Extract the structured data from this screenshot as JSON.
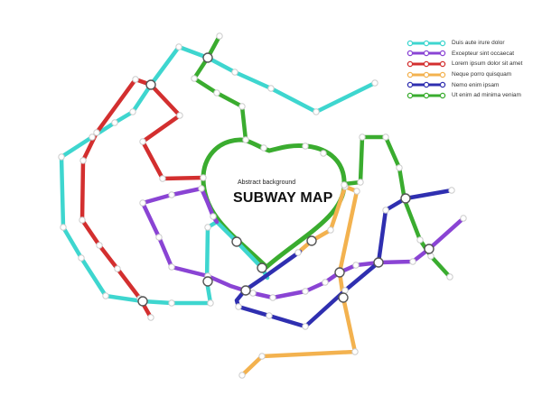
{
  "title": {
    "subtitle": "Abstract background",
    "main": "SUBWAY MAP"
  },
  "legend": [
    {
      "label": "Duis aute irure dolor",
      "color": "#3ed6cf"
    },
    {
      "label": "Excepteur sint occaecat",
      "color": "#8a44d4"
    },
    {
      "label": "Lorem ipsum dolor sit amet",
      "color": "#d32f2f"
    },
    {
      "label": "Neque porro quisquam",
      "color": "#f3b24f"
    },
    {
      "label": "Nemo enim ipsam",
      "color": "#2f2fb0"
    },
    {
      "label": "Ut enim ad minima veniam",
      "color": "#3aac2f"
    }
  ]
}
